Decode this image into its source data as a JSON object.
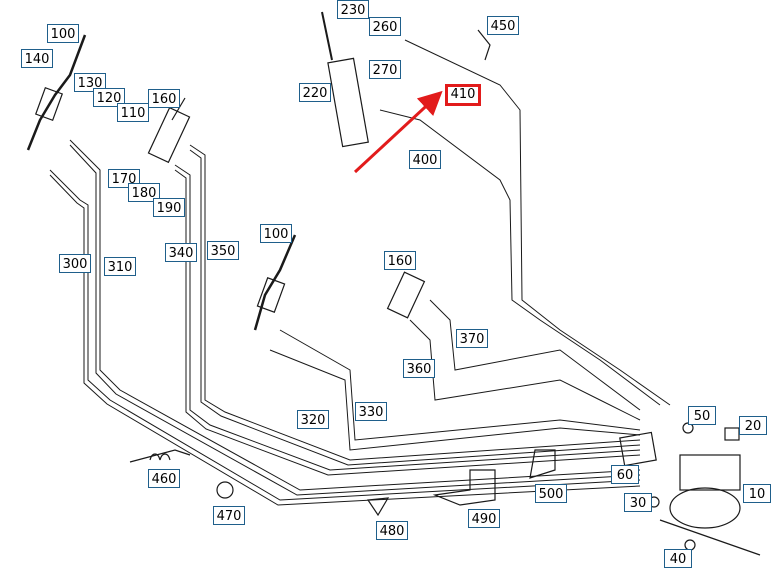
{
  "diagram": {
    "labels": [
      "100",
      "140",
      "130",
      "120",
      "110",
      "160",
      "170",
      "180",
      "190",
      "300",
      "310",
      "340",
      "350",
      "230",
      "260",
      "270",
      "220",
      "410",
      "400",
      "450",
      "100",
      "160",
      "370",
      "360",
      "320",
      "330",
      "50",
      "20",
      "460",
      "470",
      "480",
      "490",
      "500",
      "60",
      "30",
      "10",
      "40"
    ],
    "colors": {
      "line": "#1a1a1a",
      "label_border": "#1f5f8b",
      "highlight": "#e21b1b"
    },
    "highlighted_label": "410"
  }
}
